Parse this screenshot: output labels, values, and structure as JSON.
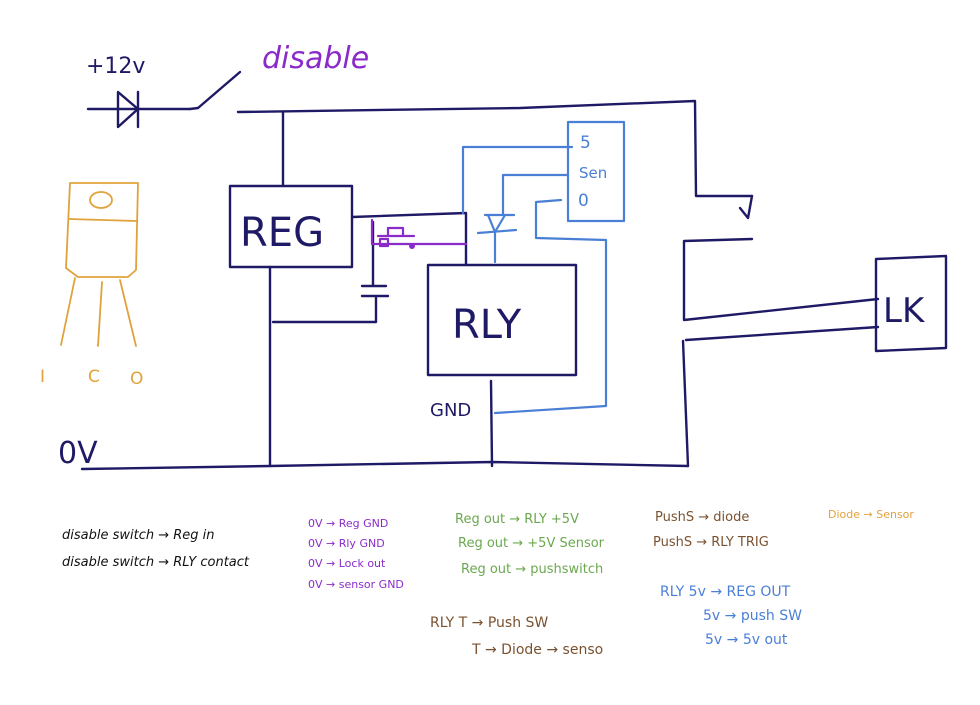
{
  "diagram": {
    "title": "Relay / Regulator wiring sketch",
    "colors": {
      "circuit_ink": "#1f1a66",
      "sensor_wiring": "#4a7fd6",
      "pushswitch": "#8a2bc9",
      "regulator_pinout": "#e0a23a",
      "notes_black": "#111111",
      "notes_purple": "#8a2bc9",
      "notes_green": "#6aa84f",
      "notes_brown": "#7a5230",
      "notes_blue": "#4a7fd6",
      "notes_orange": "#e0a23a"
    },
    "labels": {
      "supply": "+12v",
      "disable": "disable",
      "reg": "REG",
      "rly": "RLY",
      "gnd": "GND",
      "zero_v": "0V",
      "lk": "LK",
      "sensor_pins": [
        "5",
        "Sen",
        "0"
      ],
      "regulator_pins": [
        "I",
        "C",
        "O"
      ]
    },
    "components": [
      {
        "name": "diode",
        "role": "supply input diode"
      },
      {
        "name": "disable switch"
      },
      {
        "name": "REG",
        "role": "voltage regulator"
      },
      {
        "name": "RLY",
        "role": "relay"
      },
      {
        "name": "push switch"
      },
      {
        "name": "capacitor"
      },
      {
        "name": "sensor",
        "pins": [
          "5",
          "Sen",
          "0"
        ]
      },
      {
        "name": "sensor diode"
      },
      {
        "name": "LK",
        "role": "lock"
      }
    ]
  },
  "notes": {
    "black": [
      "disable switch → Reg in",
      "disable switch → RLY contact"
    ],
    "purple": [
      "0V → Reg GND",
      "0V → Rly GND",
      "0V → Lock out",
      "0V → sensor GND"
    ],
    "green": [
      "Reg out → RLY +5V",
      "Reg out → +5V Sensor",
      "Reg out → pushswitch"
    ],
    "brown_push": [
      "PushS → diode",
      "PushS → RLY TRIG"
    ],
    "orange": [
      "Diode → Sensor"
    ],
    "brown_rly": [
      "RLY T → Push SW",
      "T → Diode → senso"
    ],
    "blue": [
      "RLY 5v → REG OUT",
      "5v → push SW",
      "5v → 5v out"
    ]
  }
}
